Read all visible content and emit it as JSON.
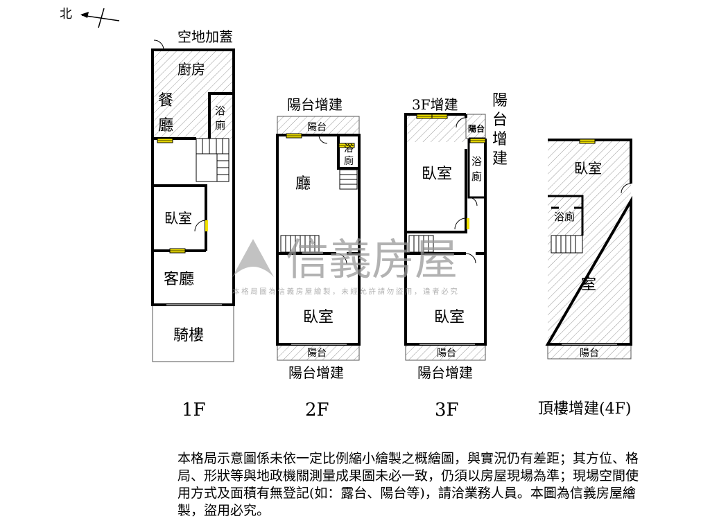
{
  "compass": {
    "label": "北"
  },
  "watermark": {
    "brand": "信義房屋",
    "notice": "本格局圖為信義房屋繪製，未經允許請勿盜用，違者必究"
  },
  "floors": [
    {
      "label": "1F",
      "rooms": {
        "top_label": "空地加蓋",
        "kitchen": "廚房",
        "dining": "餐廳",
        "bath": "浴廁",
        "bedroom": "臥室",
        "living": "客廳",
        "arcade": "騎樓"
      }
    },
    {
      "label": "2F",
      "rooms": {
        "top_label": "陽台增建",
        "balcony_top": "陽台",
        "hall": "廳",
        "bath": "浴廁",
        "bedroom": "臥室",
        "balcony_bottom": "陽台",
        "bottom_label": "陽台增建"
      }
    },
    {
      "label": "3F",
      "rooms": {
        "top_label": "3F增建",
        "side_label": "陽台增建",
        "balcony_top": "陽台",
        "bedroom_top": "臥室",
        "bath": "浴廁",
        "bedroom": "臥室",
        "balcony_bottom": "陽台",
        "bottom_label": "陽台增建"
      }
    },
    {
      "label": "頂樓增建(4F)",
      "rooms": {
        "bedroom": "臥室",
        "bath": "浴廁",
        "room": "室",
        "balcony_bottom": "陽台"
      }
    }
  ],
  "note": "本格局示意圖係未依一定比例縮小繪製之概繪圖，與實況仍有差距；其方位、格局、形狀等與地政機關測量成果圖未必一致，仍須以房屋現場為準；現場空間使用方式及面積有無登記(如：露台、陽台等)，請洽業務人員。本圖為信義房屋繪製，盜用必究。",
  "colors": {
    "wall": "#000000",
    "window": "#f2e200",
    "hatch": "#888888",
    "watermark": "#999999"
  }
}
